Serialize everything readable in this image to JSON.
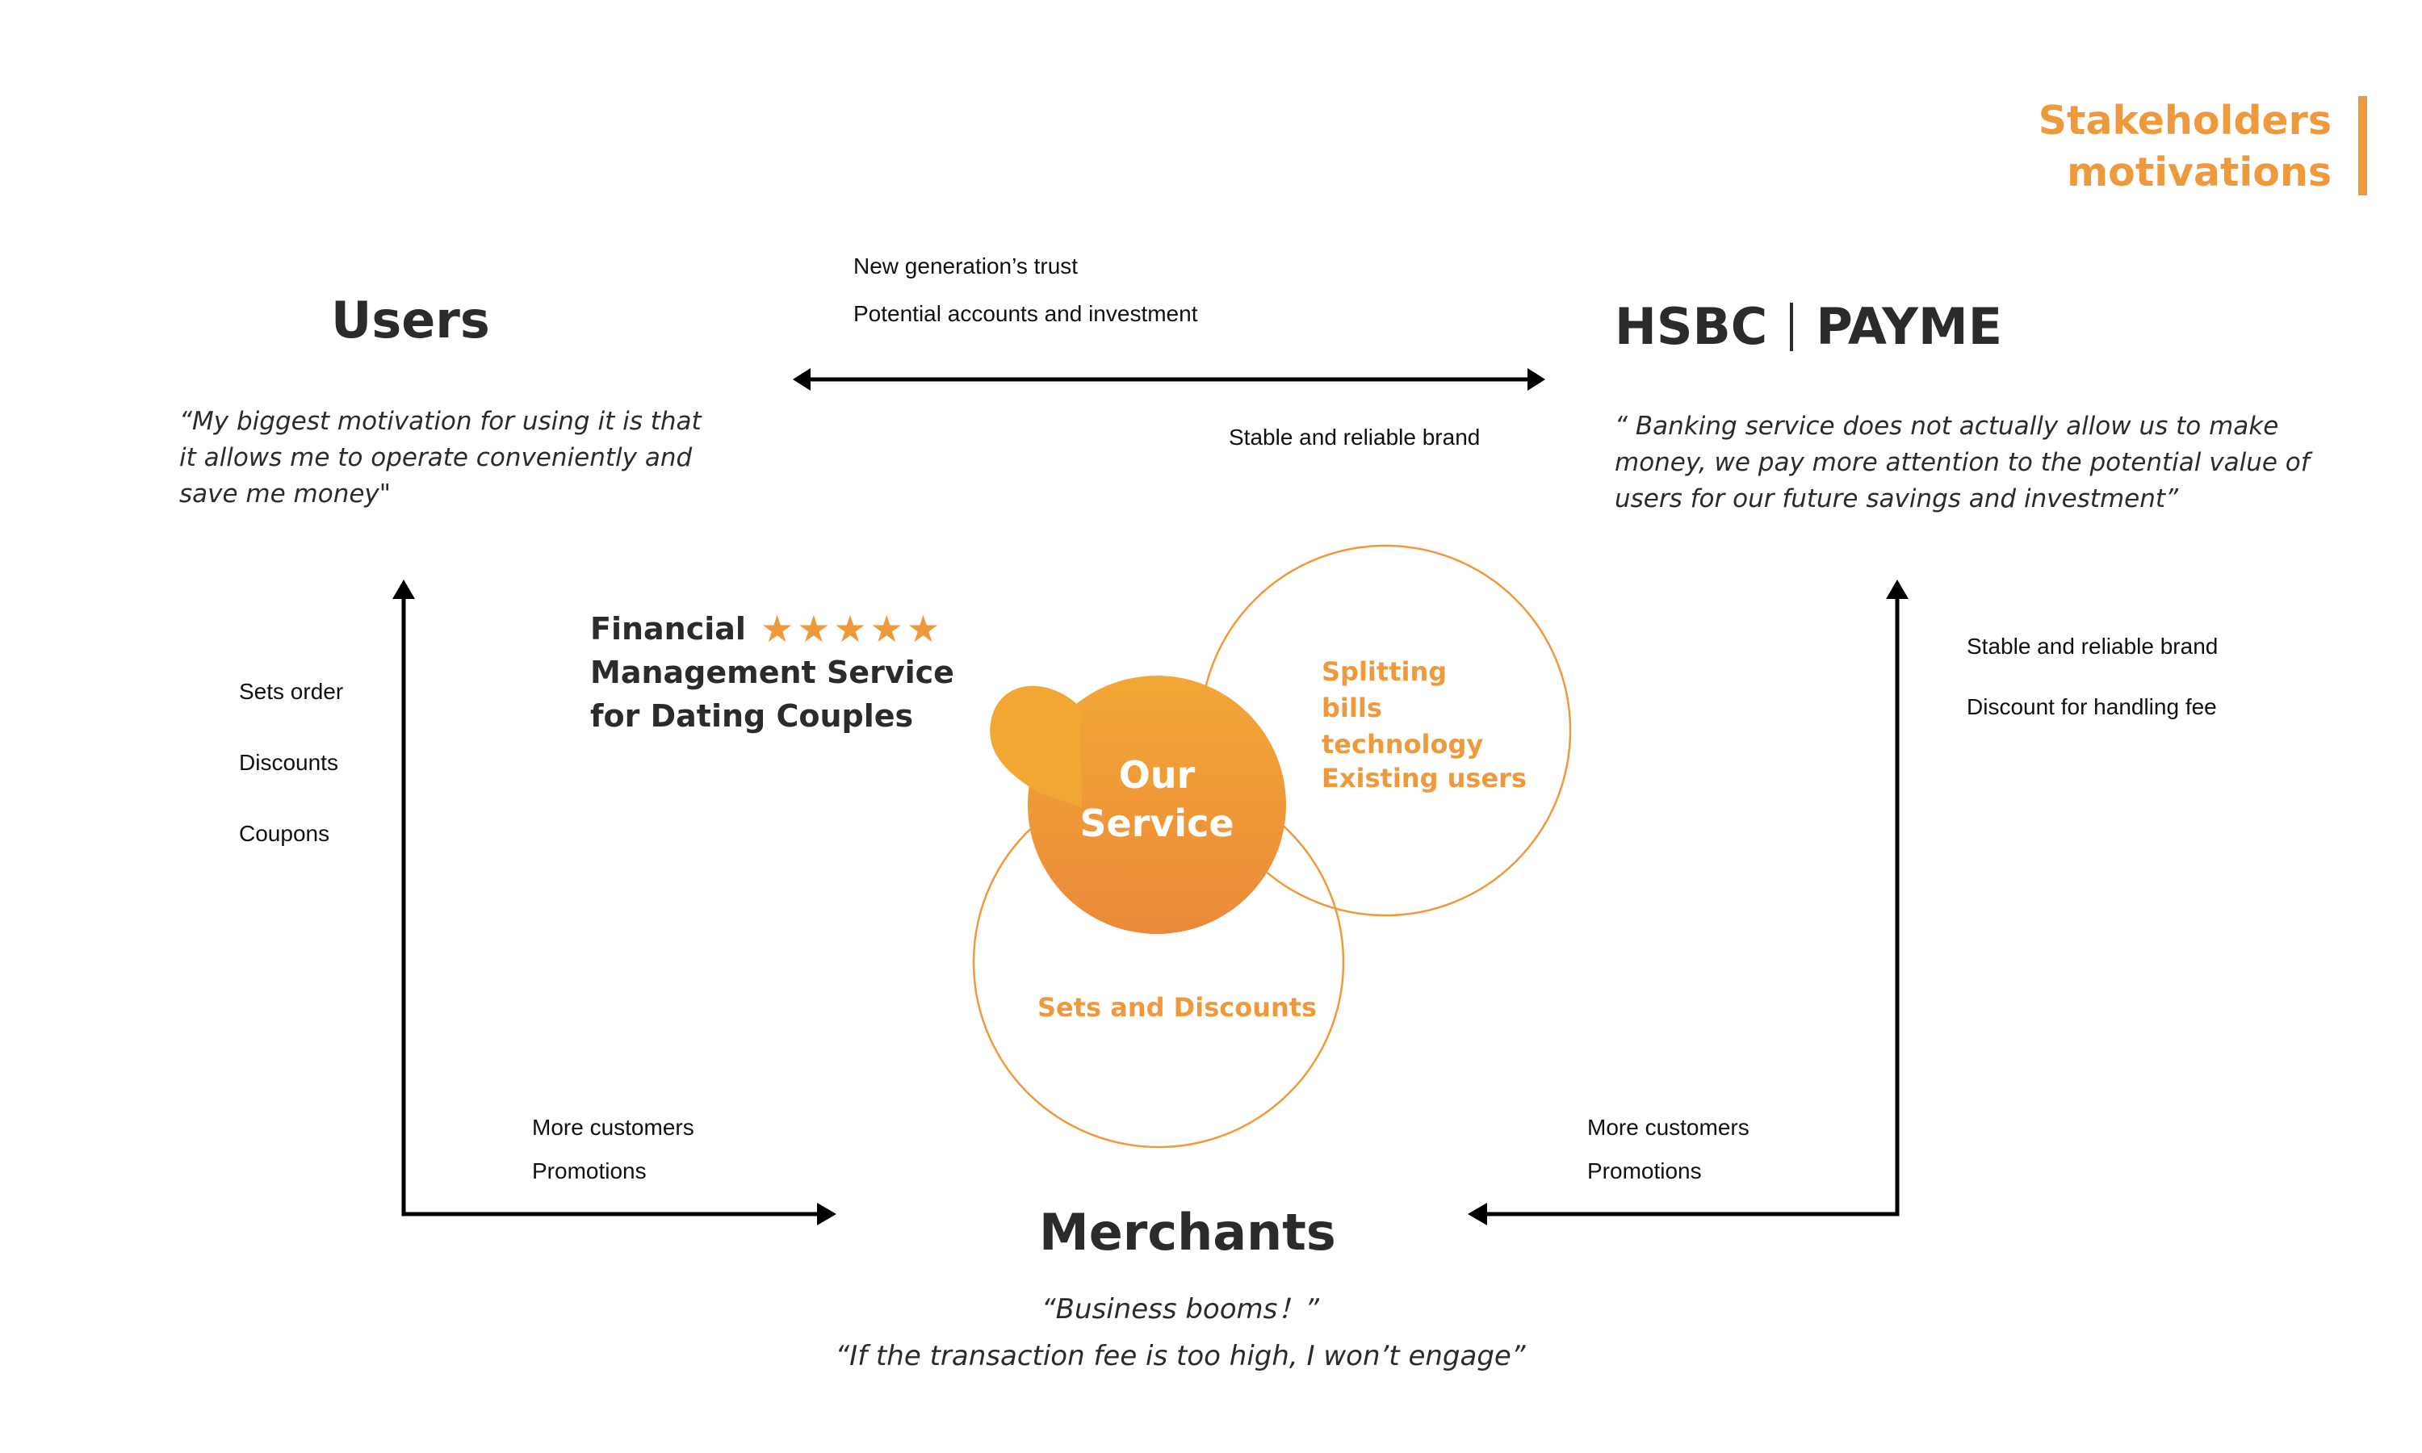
{
  "page_title": {
    "line1": "Stakeholders",
    "line2": "motivations"
  },
  "users": {
    "heading": "Users",
    "quote": "“My biggest motivation for using it is that it allows me to operate conveniently and save me money\""
  },
  "bank": {
    "name1": "HSBC",
    "name2": "PAYME",
    "quote": "“ Banking service does not actually allow us to make money, we pay more attention to the potential value of users for our future savings and investment”"
  },
  "merchants": {
    "heading": "Merchants",
    "quote1": "“Business booms！”",
    "quote2": "“If the transaction fee is too high, I won’t engage”"
  },
  "top_link": {
    "bank_gets_1": "New generation’s trust",
    "bank_gets_2": "Potential accounts and investment",
    "users_get": "Stable and reliable brand"
  },
  "left_link": {
    "items": [
      "Sets order",
      "Discounts",
      "Coupons"
    ]
  },
  "left_bottom_link": {
    "items": [
      "More customers",
      "Promotions"
    ]
  },
  "right_link": {
    "items": [
      "Stable and reliable brand",
      "Discount for handling fee"
    ]
  },
  "right_bottom_link": {
    "items": [
      "More customers",
      "Promotions"
    ]
  },
  "service": {
    "name_line1": "Financial",
    "name_line2": "Management Service",
    "name_line3": "for Dating Couples",
    "rating": "★★★★★",
    "center_line1": "Our",
    "center_line2": "Service",
    "bank_circle_1": "Splitting bills technology",
    "bank_circle_2": "Existing users",
    "merchant_circle": "Sets and Discounts"
  },
  "colors": {
    "accent": "#ee9a3c",
    "blob_top": "#f2a735",
    "blob_bottom": "#eb8a3a",
    "text": "#2b2b2b"
  }
}
